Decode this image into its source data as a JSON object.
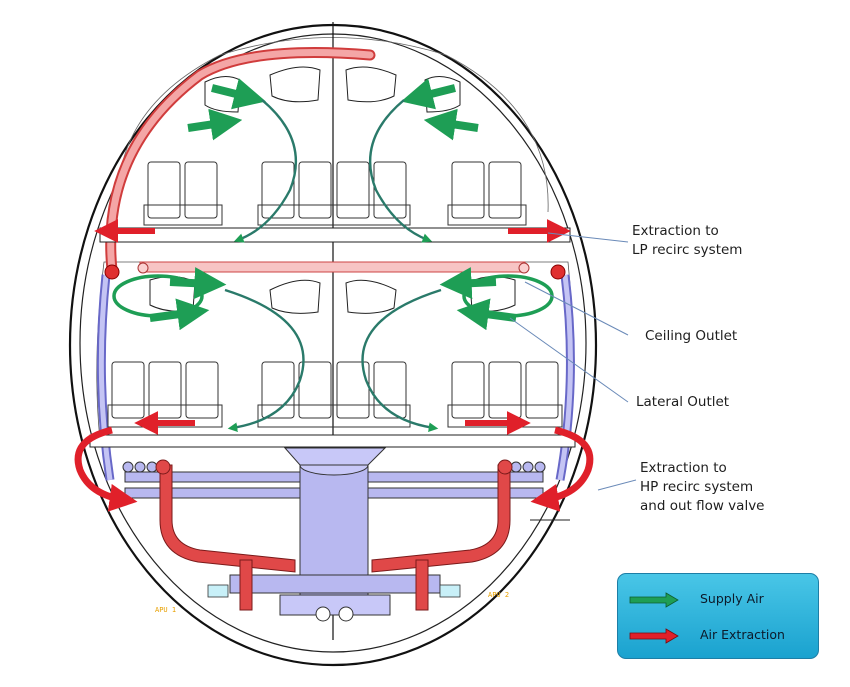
{
  "callouts": {
    "lp_extraction": [
      "Extraction to",
      "LP recirc system"
    ],
    "ceiling_outlet": "Ceiling Outlet",
    "lateral_outlet": "Lateral Outlet",
    "hp_extraction": [
      "Extraction to",
      "HP recirc system",
      "and out flow valve"
    ]
  },
  "apu_labels": {
    "left": "APU 1",
    "right": "APU 2"
  },
  "legend": {
    "supply": {
      "label": "Supply Air",
      "color": "#1e9e55"
    },
    "extraction": {
      "label": "Air Extraction",
      "color": "#e0202a"
    }
  },
  "colors": {
    "supply_air": "#1e9e55",
    "air_extraction": "#e0202a",
    "duct_red": "#e05050",
    "duct_blue": "#b8b8f0",
    "legend_bg": "#2cb4dc"
  }
}
